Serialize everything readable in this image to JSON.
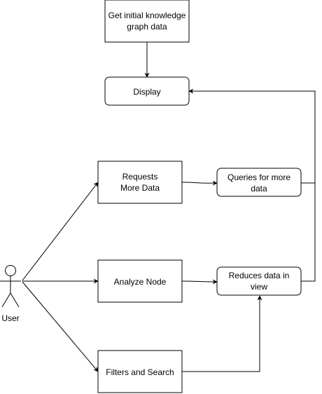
{
  "nodes": {
    "initial": {
      "lines": [
        "Get initial knowledge",
        "graph data"
      ]
    },
    "display": {
      "lines": [
        "Display"
      ]
    },
    "requests": {
      "lines": [
        "Requests",
        "More Data"
      ]
    },
    "queries": {
      "lines": [
        "Queries for more",
        "data"
      ]
    },
    "analyze": {
      "lines": [
        "Analyze Node"
      ]
    },
    "reduces": {
      "lines": [
        "Reduces data in",
        "view"
      ]
    },
    "filters": {
      "lines": [
        "Filters and Search"
      ]
    }
  },
  "actor": {
    "label": "User"
  },
  "edges": [
    {
      "from": "initial",
      "to": "display"
    },
    {
      "from": "user",
      "to": "requests"
    },
    {
      "from": "user",
      "to": "analyze"
    },
    {
      "from": "user",
      "to": "filters"
    },
    {
      "from": "requests",
      "to": "queries"
    },
    {
      "from": "analyze",
      "to": "reduces"
    },
    {
      "from": "filters",
      "to": "reduces"
    },
    {
      "from": "queries",
      "to": "display"
    },
    {
      "from": "reduces",
      "to": "display"
    }
  ]
}
